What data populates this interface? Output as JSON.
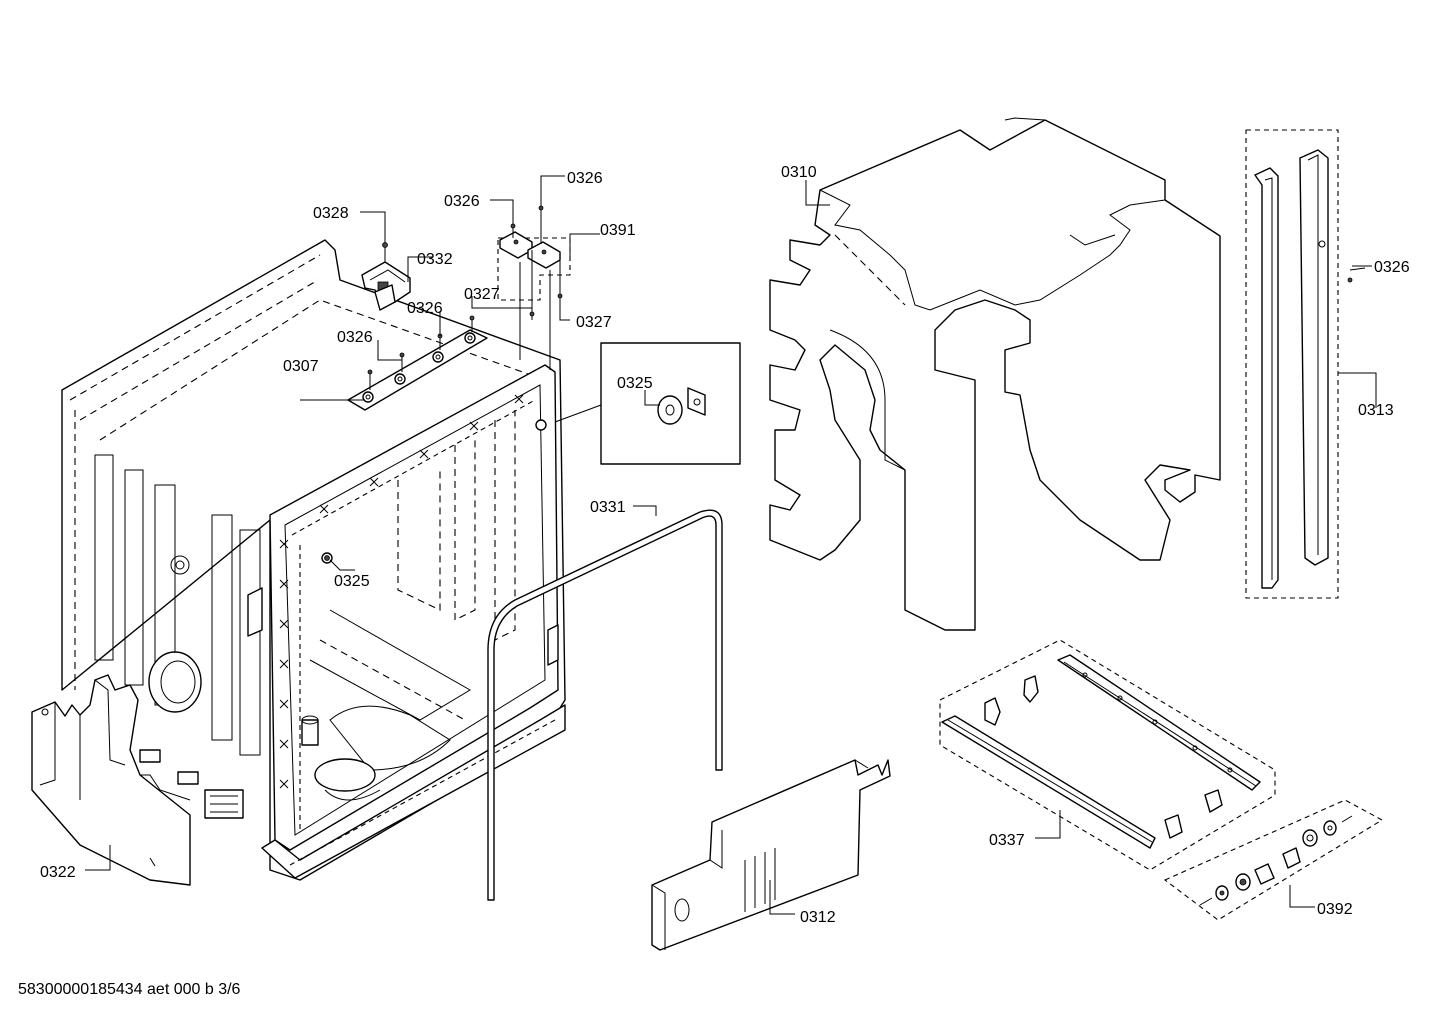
{
  "document_id": "58300000185434 aet 000 b 3/6",
  "callouts": [
    {
      "id": "c-0328",
      "label": "0328"
    },
    {
      "id": "c-0326-a",
      "label": "0326"
    },
    {
      "id": "c-0326-b",
      "label": "0326"
    },
    {
      "id": "c-0391",
      "label": "0391"
    },
    {
      "id": "c-0332",
      "label": "0332"
    },
    {
      "id": "c-0327-a",
      "label": "0327"
    },
    {
      "id": "c-0326-c",
      "label": "0326"
    },
    {
      "id": "c-0327-b",
      "label": "0327"
    },
    {
      "id": "c-0326-d",
      "label": "0326"
    },
    {
      "id": "c-0307",
      "label": "0307"
    },
    {
      "id": "c-0325-inset",
      "label": "0325"
    },
    {
      "id": "c-0310",
      "label": "0310"
    },
    {
      "id": "c-0326-e",
      "label": "0326"
    },
    {
      "id": "c-0313",
      "label": "0313"
    },
    {
      "id": "c-0331",
      "label": "0331"
    },
    {
      "id": "c-0325",
      "label": "0325"
    },
    {
      "id": "c-0337",
      "label": "0337"
    },
    {
      "id": "c-0322",
      "label": "0322"
    },
    {
      "id": "c-0312",
      "label": "0312"
    },
    {
      "id": "c-0392",
      "label": "0392"
    }
  ]
}
